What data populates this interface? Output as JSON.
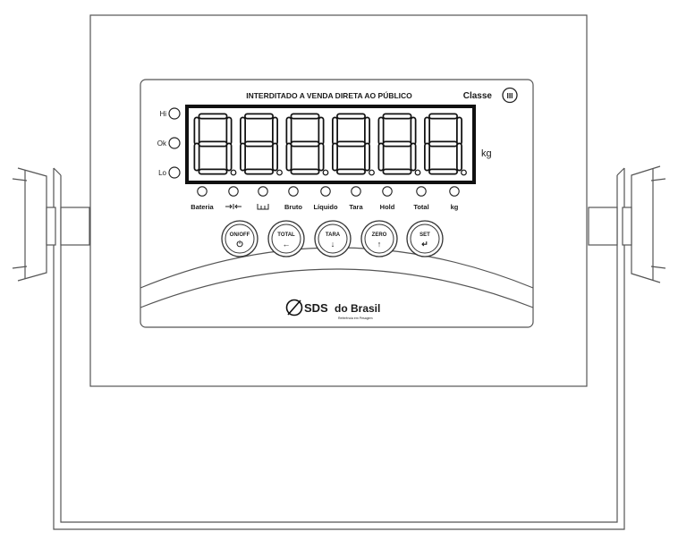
{
  "panel": {
    "header": "INTERDITADO A VENDA DIRETA AO PÚBLICO",
    "class_label": "Classe",
    "class_numeral": "III",
    "unit": "kg"
  },
  "display": {
    "digit_count": 6,
    "segments_shown": "all"
  },
  "side_leds": [
    "Hi",
    "Ok",
    "Lo"
  ],
  "indicators": [
    {
      "label": "Bateria",
      "icon": ""
    },
    {
      "label": "",
      "icon": "stable-arrows-icon"
    },
    {
      "label": "",
      "icon": "zero-bracket-icon"
    },
    {
      "label": "Bruto",
      "icon": ""
    },
    {
      "label": "Líquido",
      "icon": ""
    },
    {
      "label": "Tara",
      "icon": ""
    },
    {
      "label": "Hold",
      "icon": ""
    },
    {
      "label": "Total",
      "icon": ""
    },
    {
      "label": "kg",
      "icon": ""
    }
  ],
  "buttons": [
    {
      "label": "ON/OFF",
      "glyph": "⏻",
      "icon": "power-icon"
    },
    {
      "label": "TOTAL",
      "glyph": "←",
      "icon": "arrow-left-icon"
    },
    {
      "label": "TARA",
      "glyph": "↓",
      "icon": "arrow-down-icon"
    },
    {
      "label": "ZERO",
      "glyph": "↑",
      "icon": "arrow-up-icon"
    },
    {
      "label": "SET",
      "glyph": "↵",
      "icon": "enter-icon"
    }
  ],
  "brand": {
    "name": "SDS",
    "name_suffix": "do Brasil",
    "tagline": "Referência em Pesagem"
  }
}
